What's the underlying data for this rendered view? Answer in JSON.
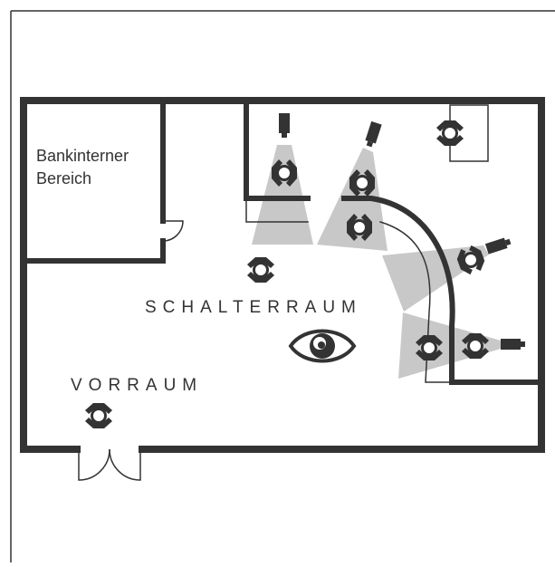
{
  "labels": {
    "internal_area_line1": "Bankinterner",
    "internal_area_line2": "Bereich",
    "counter_hall": "SCHALTERRAUM",
    "vestibule": "VORRAUM"
  },
  "colors": {
    "wall": "#333333",
    "cone": "#c8c8c8",
    "frame": "#333333",
    "background": "#ffffff"
  },
  "icons": {
    "camera": "camera-icon",
    "person": "person-icon",
    "eye": "eye-icon",
    "door": "door-icon"
  }
}
